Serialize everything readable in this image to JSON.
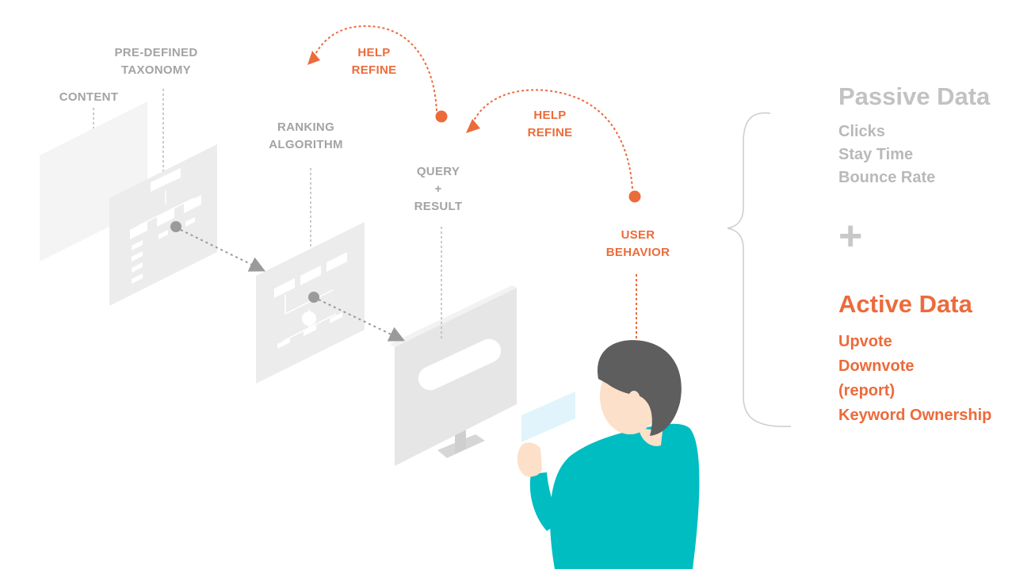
{
  "labels": {
    "content": "CONTENT",
    "taxonomy": "PRE-DEFINED\nTAXONOMY",
    "ranking": "RANKING\nALGORITHM",
    "query": "QUERY\n+\nRESULT",
    "help_refine_1": "HELP\nREFINE",
    "help_refine_2": "HELP\nREFINE",
    "user_behavior": "USER\nBEHAVIOR"
  },
  "passive": {
    "title": "Passive Data",
    "items": [
      "Clicks",
      "Stay Time",
      "Bounce Rate"
    ]
  },
  "plus": "+",
  "active": {
    "title": "Active Data",
    "items": [
      "Upvote",
      "Downvote",
      "(report)",
      "Keyword Ownership"
    ]
  },
  "colors": {
    "accent": "#ec6b3a",
    "gray_text": "#a3a3a3",
    "teal": "#00bdc2",
    "hair": "#5e5e5e",
    "skin": "#fde0c9",
    "panel": "#ececec"
  }
}
